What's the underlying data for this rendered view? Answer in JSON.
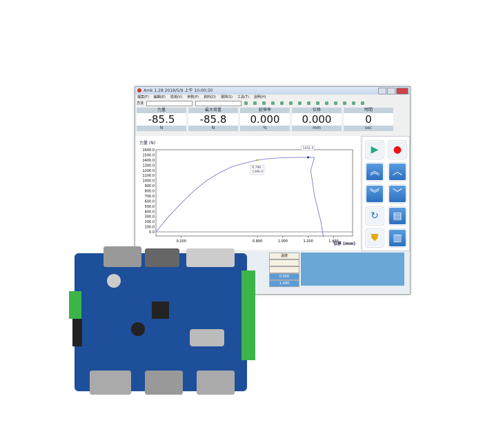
{
  "window": {
    "title": "Amk 1.28 2019/5/9 上午 10:00:30"
  },
  "menu": [
    "檔案(F)",
    "編輯(E)",
    "檢視(V)",
    "參數(P)",
    "資料(D)",
    "選擇(S)",
    "工具(T)",
    "說明(H)"
  ],
  "toolbar": {
    "label": "方法"
  },
  "readouts": [
    {
      "label": "力量",
      "value": "-85.5",
      "unit": "N"
    },
    {
      "label": "最大荷重",
      "value": "-85.8",
      "unit": "N"
    },
    {
      "label": "延伸率",
      "value": "0.000",
      "unit": "%"
    },
    {
      "label": "位移",
      "value": "0.000",
      "unit": "mm"
    },
    {
      "label": "時間",
      "value": "0",
      "unit": "sec"
    }
  ],
  "chart_data": {
    "type": "line",
    "ylabel": "力量 (N)",
    "xlabel": "位移 (mm)",
    "yticks": [
      "0.0",
      "100.0",
      "200.0",
      "300.0",
      "400.0",
      "500.0",
      "600.0",
      "700.0",
      "800.0",
      "900.0",
      "1000.0",
      "1100.0",
      "1200.0",
      "1300.0",
      "1400.0",
      "1500.0",
      "1600.0"
    ],
    "xticks": [
      "0.200",
      "0.800",
      "1.000",
      "1.200",
      "1.400"
    ],
    "xlim": [
      0,
      1.55
    ],
    "ylim": [
      0,
      1600
    ],
    "x": [
      0,
      0.05,
      0.1,
      0.2,
      0.3,
      0.4,
      0.5,
      0.6,
      0.7,
      0.796,
      0.9,
      1.0,
      1.1,
      1.2,
      1.25,
      1.22,
      1.25,
      1.3,
      1.32
    ],
    "y": [
      0,
      150,
      300,
      560,
      800,
      1000,
      1150,
      1270,
      1340,
      1396,
      1430,
      1445,
      1450,
      1452,
      1450,
      1200,
      700,
      200,
      -100
    ],
    "annotations": [
      {
        "x": 0.796,
        "y": 1396,
        "text": [
          "0.796",
          "1396.0"
        ]
      },
      {
        "x": 1.2,
        "y": 1452,
        "text": [
          "1451.5"
        ]
      }
    ]
  },
  "lower": {
    "rows": [
      "溫度",
      "",
      "",
      "0.000",
      "1.400"
    ]
  },
  "colors": {
    "accent": "#2c6fc0",
    "pcb": "#1d4f9a"
  }
}
